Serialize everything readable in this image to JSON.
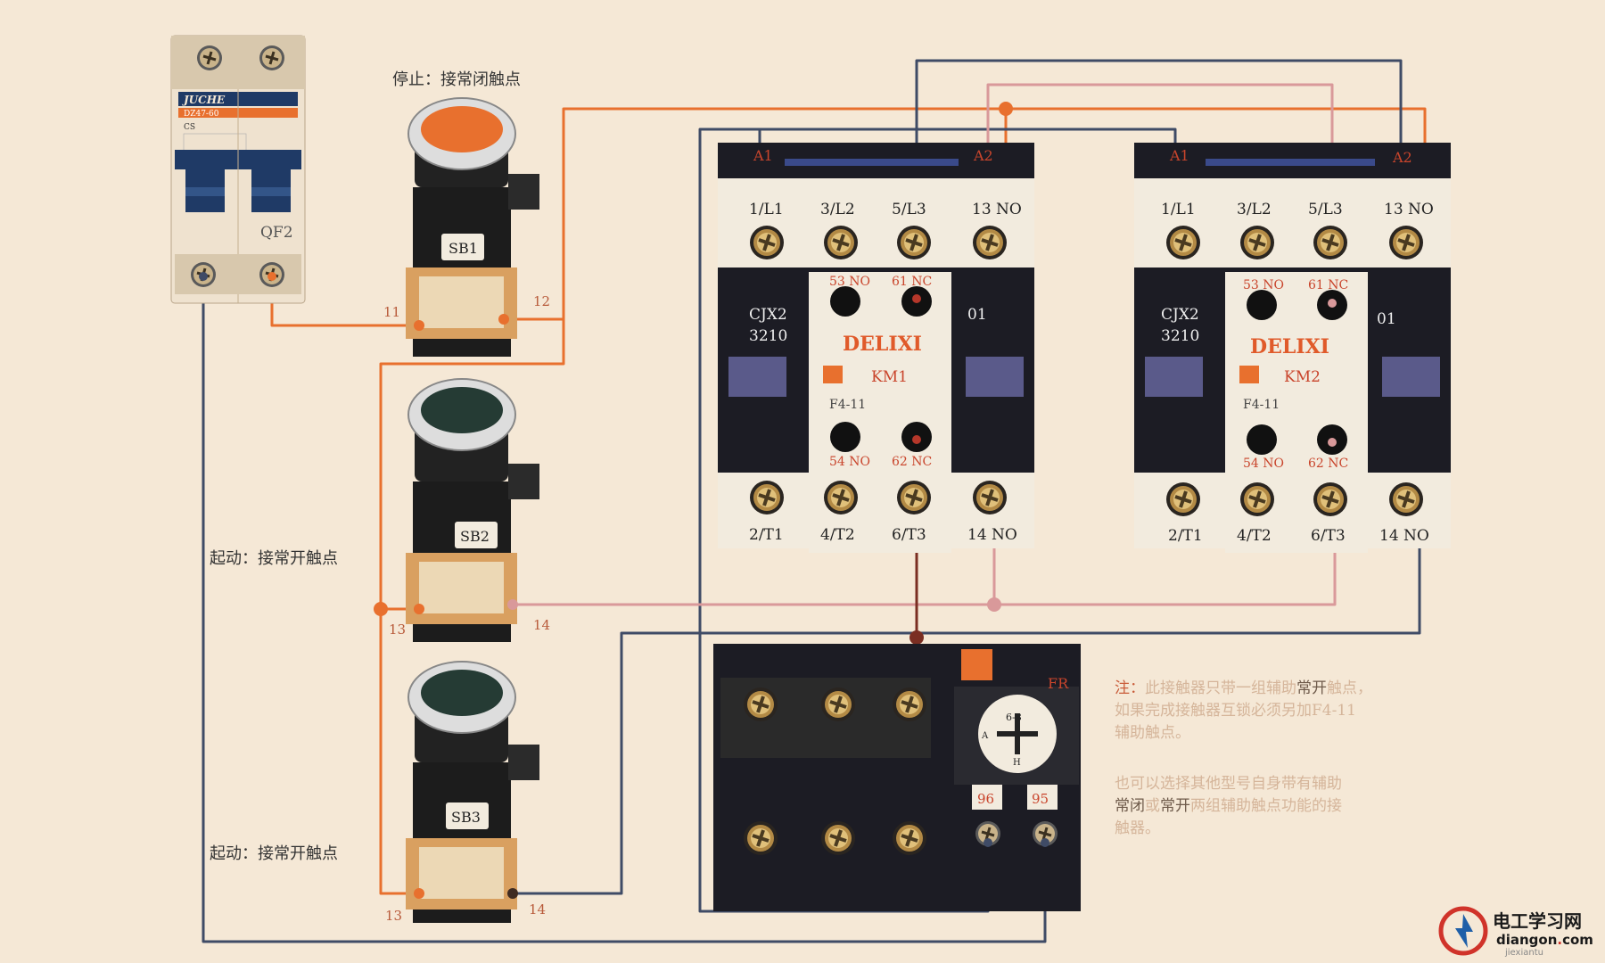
{
  "labels": {
    "stop": "停止：接常闭触点",
    "start1": "起动：接常开触点",
    "start2": "起动：接常开触点"
  },
  "breaker": {
    "brand": "JUCHE",
    "model": "DZ47-60",
    "cert": "CS",
    "id": "QF2"
  },
  "buttons": [
    {
      "id": "SB1",
      "left": "11",
      "right": "12",
      "color": "#e8702e"
    },
    {
      "id": "SB2",
      "left": "13",
      "right": "14",
      "color": "#253b34"
    },
    {
      "id": "SB3",
      "left": "13",
      "right": "14",
      "color": "#253b34"
    }
  ],
  "contactors": [
    {
      "id": "KM1",
      "brand": "DELIXI",
      "model1": "CJX2",
      "model2": "3210",
      "side": "01",
      "aux_model": "F4-11",
      "coil_a1": "A1",
      "coil_a2": "A2",
      "top_terminals": [
        "1/L1",
        "3/L2",
        "5/L3",
        "13 NO"
      ],
      "bottom_terminals": [
        "2/T1",
        "4/T2",
        "6/T3",
        "14 NO"
      ],
      "aux_top": [
        "53 NO",
        "61 NC"
      ],
      "aux_bottom": [
        "54 NO",
        "62 NC"
      ]
    },
    {
      "id": "KM2",
      "brand": "DELIXI",
      "model1": "CJX2",
      "model2": "3210",
      "side": "01",
      "aux_model": "F4-11",
      "coil_a1": "A1",
      "coil_a2": "A2",
      "top_terminals": [
        "1/L1",
        "3/L2",
        "5/L3",
        "13 NO"
      ],
      "bottom_terminals": [
        "2/T1",
        "4/T2",
        "6/T3",
        "14 NO"
      ],
      "aux_top": [
        "53 NO",
        "61 NC"
      ],
      "aux_bottom": [
        "54 NO",
        "62 NC"
      ]
    }
  ],
  "relay": {
    "id": "FR",
    "dial": "6-8",
    "dial_a": "A",
    "dial_h": "H",
    "t96": "96",
    "t95": "95"
  },
  "note": {
    "p1_a": "注：",
    "p1_b": "此接触器只带一组辅助",
    "p1_c": "常开",
    "p1_d": "触点，",
    "p1_e": "如果完成接触器互锁必须另加F4-11",
    "p1_f": "辅助触点。",
    "p2_a": "也可以选择其他型号自身带有辅助",
    "p2_b": "常闭",
    "p2_c": "或",
    "p2_d": "常开",
    "p2_e": "两组辅助触点功能的接",
    "p2_f": "触器。"
  },
  "watermark": {
    "title": "电工学习网",
    "site_a": "diangon",
    "site_dot": ".",
    "site_b": "com",
    "sub": "jiexiantu"
  },
  "colors": {
    "background": "#f5e8d6",
    "wire_orange": "#e8702e",
    "wire_pink": "#d9999a",
    "wire_dark": "#3f4b66",
    "wire_maroon": "#7a2e22",
    "device_body": "#1c1c24",
    "terminal_strip": "#f2ebde",
    "label_red": "#c9452c"
  }
}
